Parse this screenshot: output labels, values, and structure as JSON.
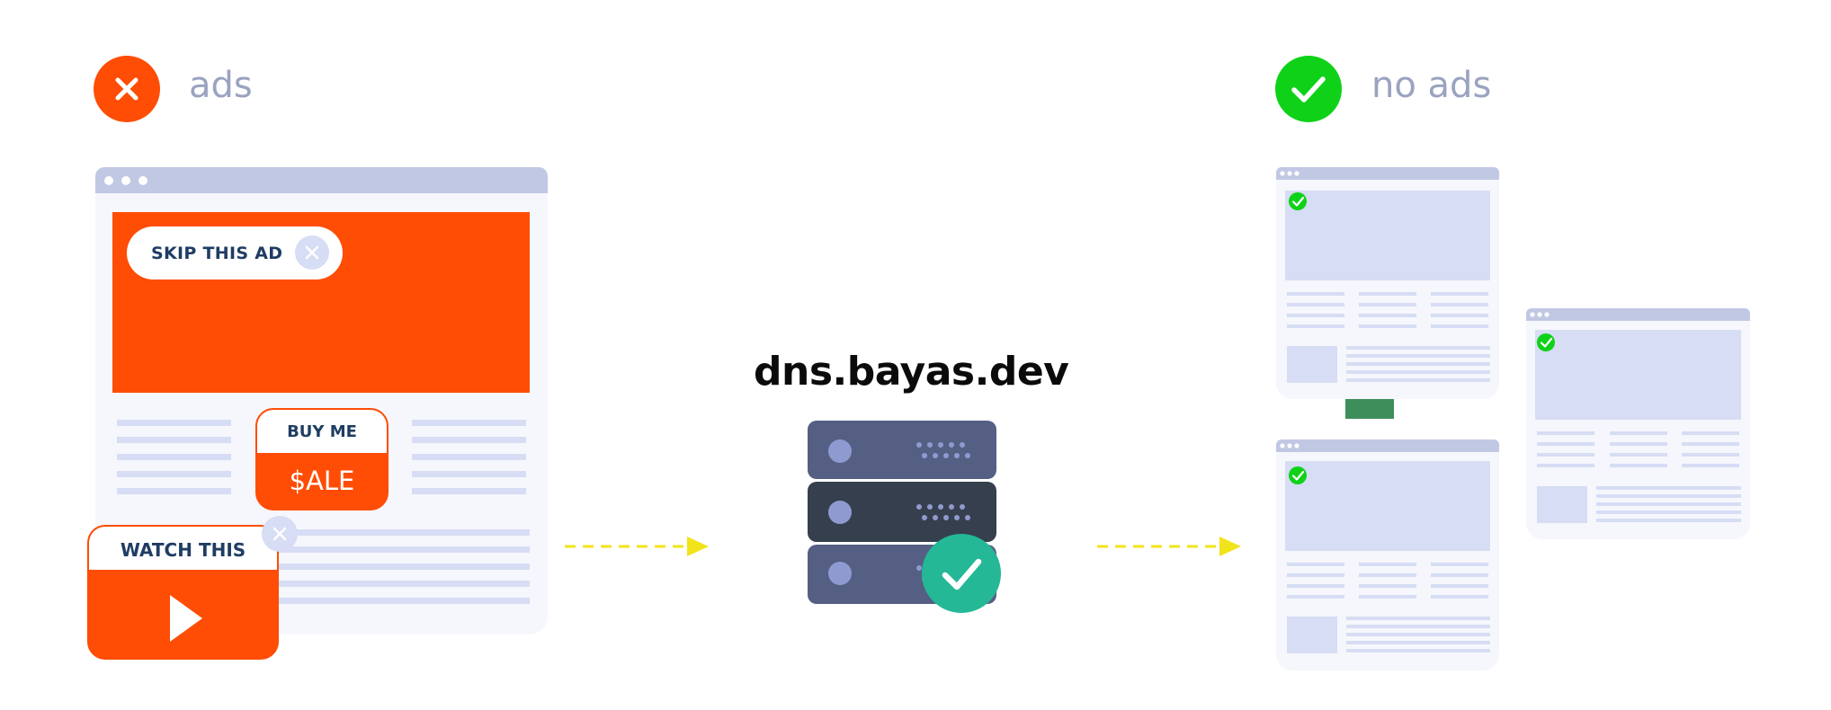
{
  "left_header": {
    "label": "ads",
    "status_icon": "close-icon",
    "color": "#ff4d05"
  },
  "right_header": {
    "label": "no ads",
    "status_icon": "check-icon",
    "color": "#0fd218"
  },
  "ad_browser": {
    "skip_ad_label": "SKIP THIS AD",
    "buy_me_label": "BUY ME",
    "sale_label": "$ALE",
    "watch_label": "WATCH THIS"
  },
  "dns": {
    "title": "dns.bayas.dev",
    "server_icon": "server-stack-icon",
    "badge_icon": "check-circle-icon"
  },
  "colors": {
    "ad_orange": "#ff4d05",
    "browser_bar": "#c1c8e4",
    "placeholder": "#d6ddf4",
    "arrow": "#f2e41b",
    "server": "#555f83",
    "server_dark": "#363f4d",
    "check_teal": "#25b896",
    "green_bar": "#3e8e5c"
  }
}
